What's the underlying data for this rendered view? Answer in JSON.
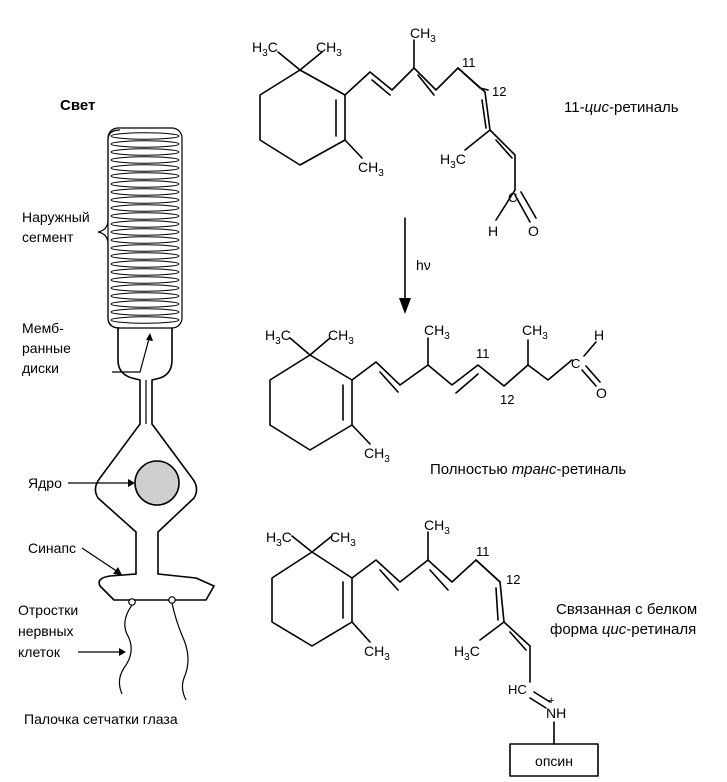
{
  "cell": {
    "light": "Свет",
    "outer_segment": [
      "Наружный",
      "сегмент"
    ],
    "discs": [
      "Мемб-",
      "ранные",
      "диски"
    ],
    "nucleus": "Ядро",
    "synapse": "Синапс",
    "processes": [
      "Отростки",
      "нервных",
      "клеток"
    ],
    "caption": "Палочка сетчатки глаза"
  },
  "molecules": {
    "m1": {
      "h3c": "H",
      "h3c_sub": "3",
      "h3c_c": "C",
      "ch3_c": "CH",
      "ch3_sub": "3",
      "n11": "11",
      "n12": "12",
      "name_pre": "11-",
      "name_it": "цис",
      "name_post": "-ретиналь"
    },
    "hv": "hν",
    "m2": {
      "n11": "11",
      "n12": "12",
      "name_pre": "Полностью ",
      "name_it": "транс",
      "name_post": "-ретиналь"
    },
    "m3": {
      "n11": "11",
      "n12": "12",
      "name_line1": "Связанная с белком",
      "name_pre": "форма ",
      "name_it": "цис",
      "name_post": "-ретиналя",
      "opsin": "опсин"
    },
    "atoms": {
      "H": "H",
      "O": "O",
      "C": "C",
      "NH": "NH",
      "plus": "+"
    }
  }
}
